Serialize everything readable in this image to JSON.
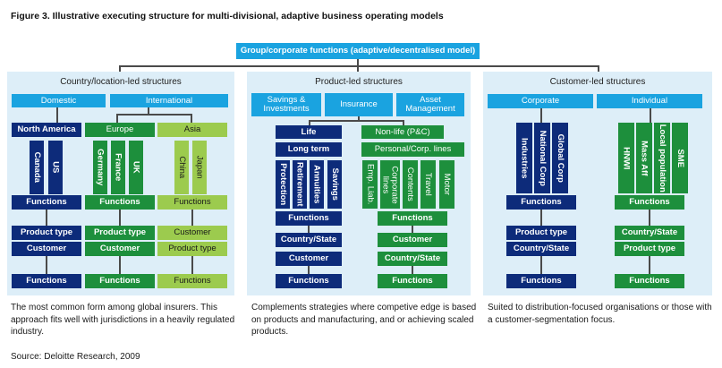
{
  "figure_title": "Figure 3. Illustrative executing structure for multi-divisional, adaptive business operating models",
  "top_box": "Group/corporate functions (adaptive/decentralised model)",
  "source": "Source: Deloitte Research, 2009",
  "panels": [
    {
      "title": "Country/location-led structures",
      "headers": [
        "Domestic",
        "International"
      ],
      "groups": [
        "North America",
        "Europe",
        "Asia"
      ],
      "bars": [
        "Canada",
        "US",
        "Germany",
        "France",
        "UK",
        "China",
        "Japan"
      ],
      "rows": [
        "Functions",
        "Product type",
        "Customer",
        "Functions"
      ],
      "asia_rows": [
        "Customer",
        "Product type"
      ],
      "description": "The most common form among global insurers. This approach fits well with jurisdictions in a heavily regulated industry."
    },
    {
      "title": "Product-led structures",
      "headers": [
        "Savings & Investments",
        "Insurance",
        "Asset Management"
      ],
      "life": "Life",
      "long_term": "Long term",
      "life_bars": [
        "Protection",
        "Retirement",
        "Annuities",
        "Savings"
      ],
      "nonlife": "Non-life (P&C)",
      "personal": "Personal/Corp. lines",
      "nonlife_bars": [
        "Emp. Liab.",
        "Corporate lines",
        "Contents",
        "Travel",
        "Motor"
      ],
      "functions": "Functions",
      "country_state": "Country/State",
      "customer": "Customer",
      "description": "Complements strategies where competive edge is based on products and manufacturing, and or achieving scaled products."
    },
    {
      "title": "Customer-led structures",
      "headers": [
        "Corporate",
        "Individual"
      ],
      "corp_bars": [
        "Industries",
        "National Corp",
        "Global Corp"
      ],
      "ind_bars": [
        "HNWI",
        "Mass Aff",
        "Local population",
        "SME"
      ],
      "functions": "Functions",
      "product_type": "Product type",
      "country_state": "Country/State",
      "description": "Suited to distribution-focused organisations or those with a customer-segmentation focus."
    }
  ],
  "colors": {
    "panel_bg": "#ddeef8",
    "cyan": "#1aa3e0",
    "navy": "#0d2b7a",
    "green": "#1d8f3c",
    "light_green": "#9ccb4e",
    "connector": "#4a4a4a"
  }
}
